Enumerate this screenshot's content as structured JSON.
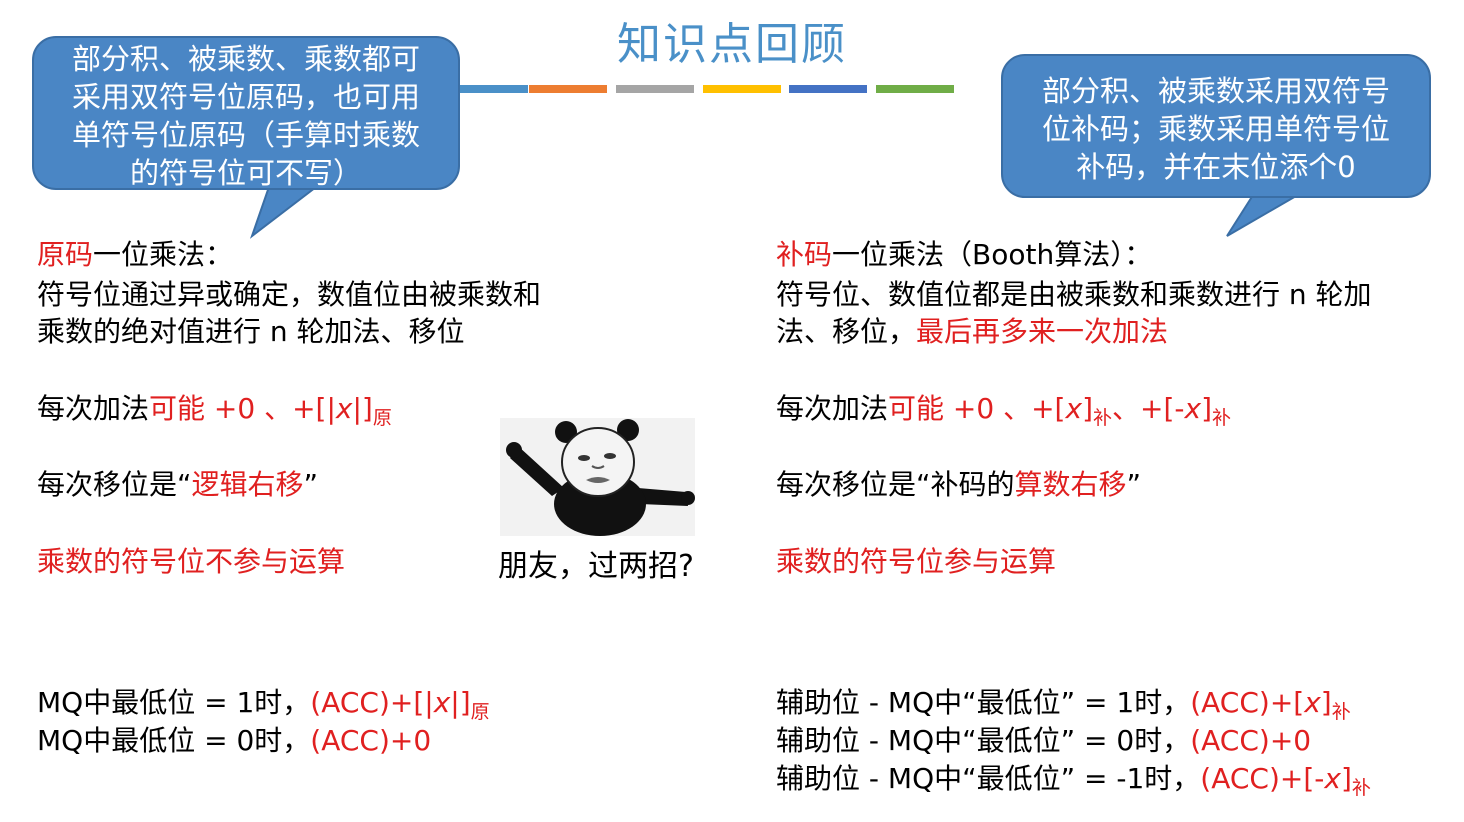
{
  "title": "知识点回顾",
  "accent_colors": {
    "title": "#4a90c8",
    "bubble": "#4a86c5",
    "highlight": "#e02020",
    "segments": [
      "#4a90c8",
      "#ed7d31",
      "#a5a5a5",
      "#ffc000",
      "#4472c4",
      "#70ad47"
    ]
  },
  "bubble_left": {
    "lines": [
      "部分积、被乘数、乘数都可",
      "采用双符号位原码，也可用",
      "单符号位原码（手算时乘数",
      "的符号位可不写）"
    ]
  },
  "bubble_right": {
    "lines": [
      "部分积、被乘数采用双符号",
      "位补码；乘数采用单符号位",
      "补码，并在末位添个0"
    ]
  },
  "left": {
    "heading_red": "原码",
    "heading_rest": "一位乘法：",
    "desc_line1": "符号位通过异或确定，数值位由被乘数和",
    "desc_line2": "乘数的绝对值进行 n 轮加法、移位",
    "add_prefix": "每次加法",
    "add_red": "可能 +0 、+[|",
    "add_x": "x",
    "add_close": "|]",
    "add_sub": "原",
    "shift_prefix": "每次移位是“",
    "shift_red": "逻辑右移",
    "shift_suffix": "”",
    "sign_note": "乘数的符号位不参与运算",
    "rule1_prefix": "MQ中最低位 = 1时，",
    "rule1_red": "(ACC)+[|",
    "rule1_x": "x",
    "rule1_close": "|]",
    "rule1_sub": "原",
    "rule2_prefix": "MQ中最低位 = 0时，",
    "rule2_red": "(ACC)+0"
  },
  "meme": {
    "caption": "朋友，过两招?"
  },
  "right": {
    "heading_red": "补码",
    "heading_rest": "一位乘法（Booth算法）：",
    "desc_line1": "符号位、数值位都是由被乘数和乘数进行 n 轮加",
    "desc_line2_prefix": "法、移位，",
    "desc_line2_red": "最后再多来一次加法",
    "add_prefix": "每次加法",
    "add_red1": "可能 +0 、+[",
    "add_x1": "x",
    "add_close1": "]",
    "add_sub1": "补",
    "add_sep": "、+[-",
    "add_x2": "x",
    "add_close2": "]",
    "add_sub2": "补",
    "shift_prefix": "每次移位是“补码的",
    "shift_red": "算数右移",
    "shift_suffix": "”",
    "sign_note": "乘数的符号位参与运算",
    "rule1_prefix": "辅助位 - MQ中“最低位” = 1时，",
    "rule1_red": "(ACC)+[",
    "rule1_x": "x",
    "rule1_close": "]",
    "rule1_sub": "补",
    "rule2_prefix": "辅助位 - MQ中“最低位” = 0时，",
    "rule2_red": "(ACC)+0",
    "rule3_prefix": "辅助位 - MQ中“最低位” = -1时，",
    "rule3_red": "(ACC)+[-",
    "rule3_x": "x",
    "rule3_close": "]",
    "rule3_sub": "补"
  }
}
